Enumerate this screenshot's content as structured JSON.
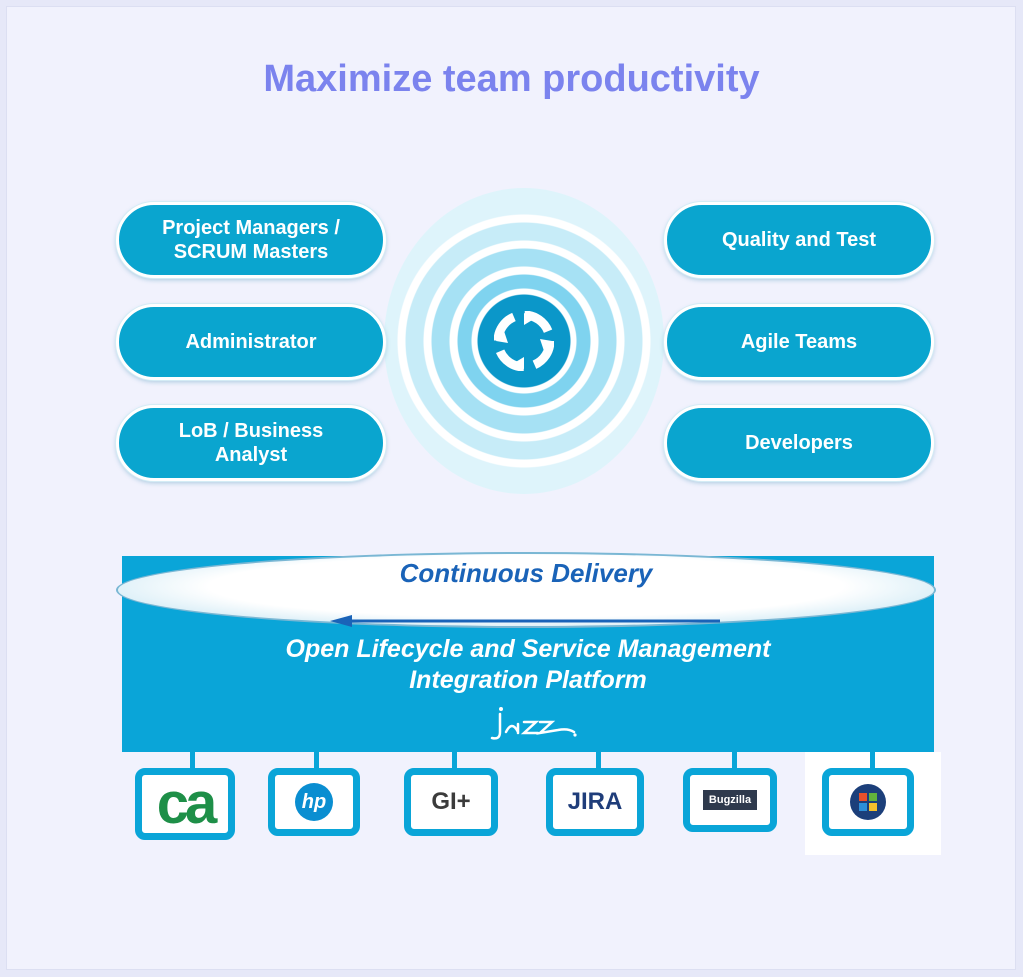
{
  "title": "Maximize team productivity",
  "roles_left": [
    {
      "label": "Project Managers /\nSCRUM Masters"
    },
    {
      "label": "Administrator"
    },
    {
      "label": "LoB / Business\nAnalyst"
    }
  ],
  "roles_right": [
    {
      "label": "Quality and Test"
    },
    {
      "label": "Agile Teams"
    },
    {
      "label": "Developers"
    }
  ],
  "delivery": {
    "label": "Continuous Delivery",
    "platform": "Open Lifecycle and Service Management\nIntegration Platform",
    "brand": "jazz"
  },
  "logos": [
    {
      "name": "ca",
      "text": "ca"
    },
    {
      "name": "hp",
      "text": "hp"
    },
    {
      "name": "git",
      "text": "GI+"
    },
    {
      "name": "jira",
      "text": "JIRA"
    },
    {
      "name": "bugzilla",
      "text": "Bugzilla"
    },
    {
      "name": "windows",
      "text": ""
    }
  ],
  "colors": {
    "accent": "#0aa5d8",
    "title": "#7b83ee",
    "delivery_text": "#1a63b8"
  }
}
